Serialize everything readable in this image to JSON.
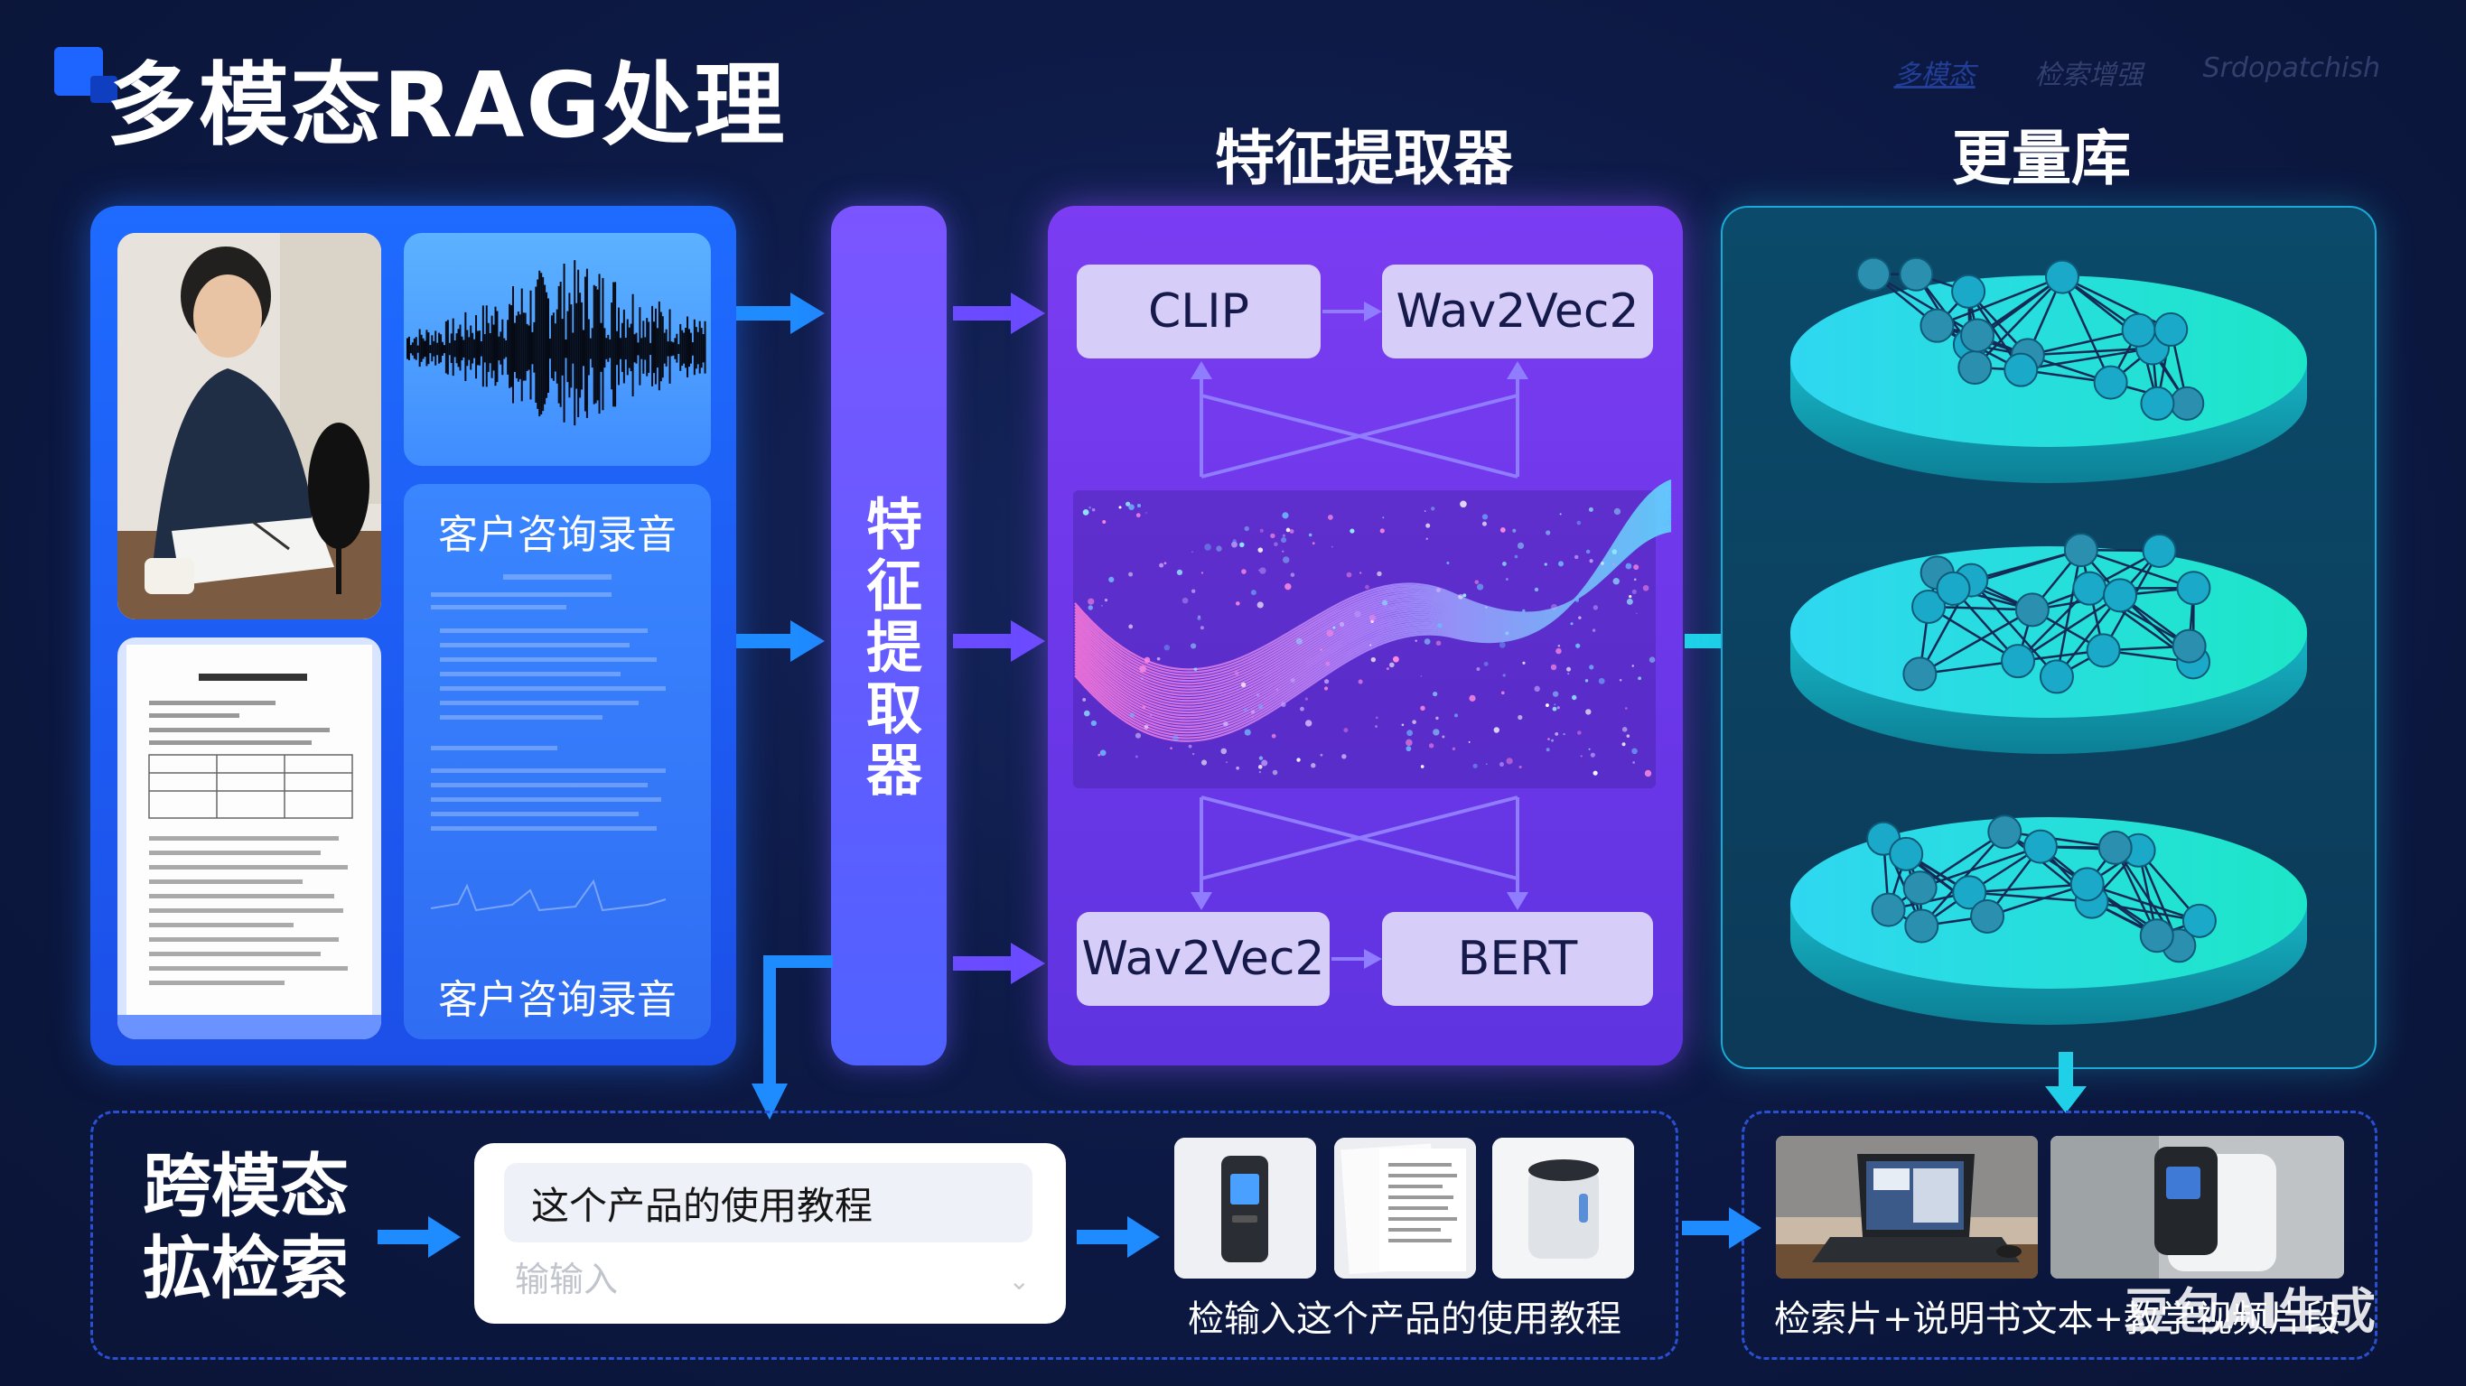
{
  "header": {
    "title": "多模态RAG处理",
    "top_links": [
      "多模态",
      "检索增强",
      "Srdopatchish"
    ]
  },
  "sections": {
    "extractor_title": "特征提取器",
    "vector_db_title": "更量库"
  },
  "inputs": {
    "audio_label_top": "客户咨询录音",
    "audio_label_bottom": "客户咨询录音"
  },
  "extractor_bar": {
    "label": "特征提取器"
  },
  "models": {
    "clip": "CLIP",
    "wav2vec_top": "Wav2Vec2",
    "wav2vec_bottom": "Wav2Vec2",
    "bert": "BERT"
  },
  "retrieval": {
    "title_line1": "跨模态",
    "title_line2": "拡检索",
    "query_text": "这个产品的使用教程",
    "query_placeholder": "输输入",
    "results_caption": "检输入这个产品的使用教程",
    "final_caption": "检索片+说明书文本+教学视频片段"
  },
  "watermark": "豆包AI生成",
  "colors": {
    "input_panel": "#1f6bff",
    "extractor": "#7b3cf2",
    "vector_db": "#00e5e0",
    "arrow": "#1e8bff"
  }
}
